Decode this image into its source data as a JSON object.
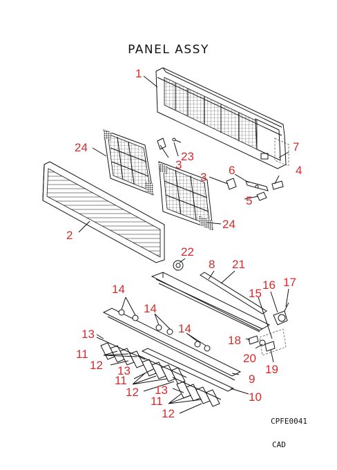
{
  "diagram": {
    "title": "PANEL ASSY",
    "drawing_code": "CPFE0041",
    "cad_label": "CAD",
    "callouts": [
      "1",
      "2",
      "3",
      "3",
      "4",
      "5",
      "6",
      "7",
      "8",
      "9",
      "10",
      "11",
      "11",
      "11",
      "12",
      "12",
      "12",
      "13",
      "13",
      "13",
      "14",
      "14",
      "14",
      "15",
      "16",
      "17",
      "18",
      "19",
      "20",
      "21",
      "22",
      "23",
      "24",
      "24"
    ],
    "colors": {
      "callout": "#d42a2a",
      "line": "#111111",
      "background": "#ffffff"
    }
  }
}
